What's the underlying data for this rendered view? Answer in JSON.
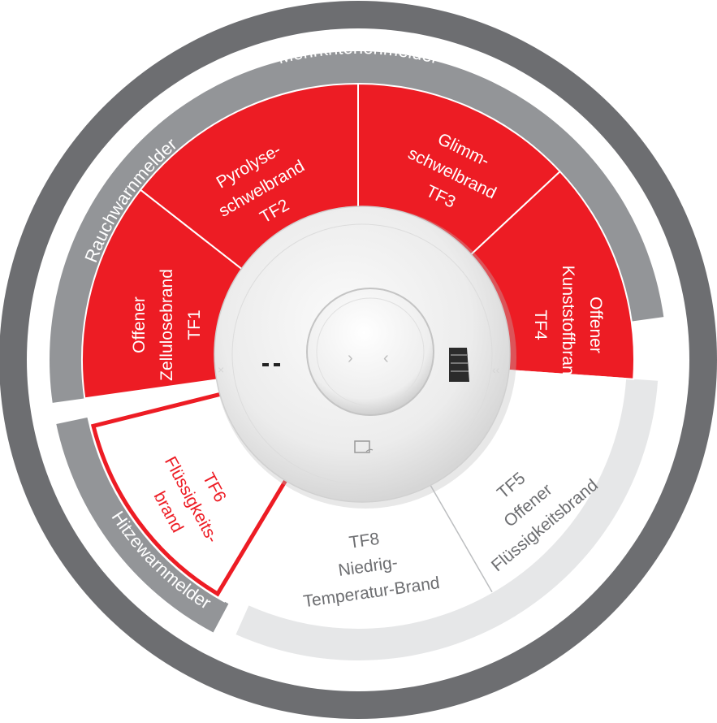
{
  "ring_labels": {
    "outer": "Mehrkriterienmelder",
    "smoke": "Rauchwarnmelder",
    "heat": "Hitzewarnmelder"
  },
  "segments": [
    {
      "id": "tf1",
      "lines": [
        "Offener",
        "Zellulosebrand",
        "TF1"
      ]
    },
    {
      "id": "tf2",
      "lines": [
        "Pyrolyse-",
        "schwelbrand",
        "TF2"
      ]
    },
    {
      "id": "tf3",
      "lines": [
        "Glimm-",
        "schwelbrand",
        "TF3"
      ]
    },
    {
      "id": "tf4",
      "lines": [
        "Offener",
        "Kunststoffbrand",
        "TF4"
      ]
    },
    {
      "id": "tf5",
      "lines": [
        "TF5",
        "Offener",
        "Flüssigkeitsbrand"
      ]
    },
    {
      "id": "tf8",
      "lines": [
        "TF8",
        "Niedrig-",
        "Temperatur-Brand"
      ]
    },
    {
      "id": "tf6",
      "lines": [
        "TF6",
        "Flüssigkeits-",
        "brand"
      ]
    }
  ],
  "colors": {
    "outer_ring": "#6d6e71",
    "inner_ring": "#939598",
    "light_ring": "#e6e7e8",
    "smoke_fill": "#ed1c24",
    "white_fill": "#ffffff",
    "white_text": "#ffffff",
    "grey_text": "#6d6e71",
    "red_text": "#ed1c24"
  },
  "detector": {
    "description_icon": "smoke-detector-device"
  }
}
